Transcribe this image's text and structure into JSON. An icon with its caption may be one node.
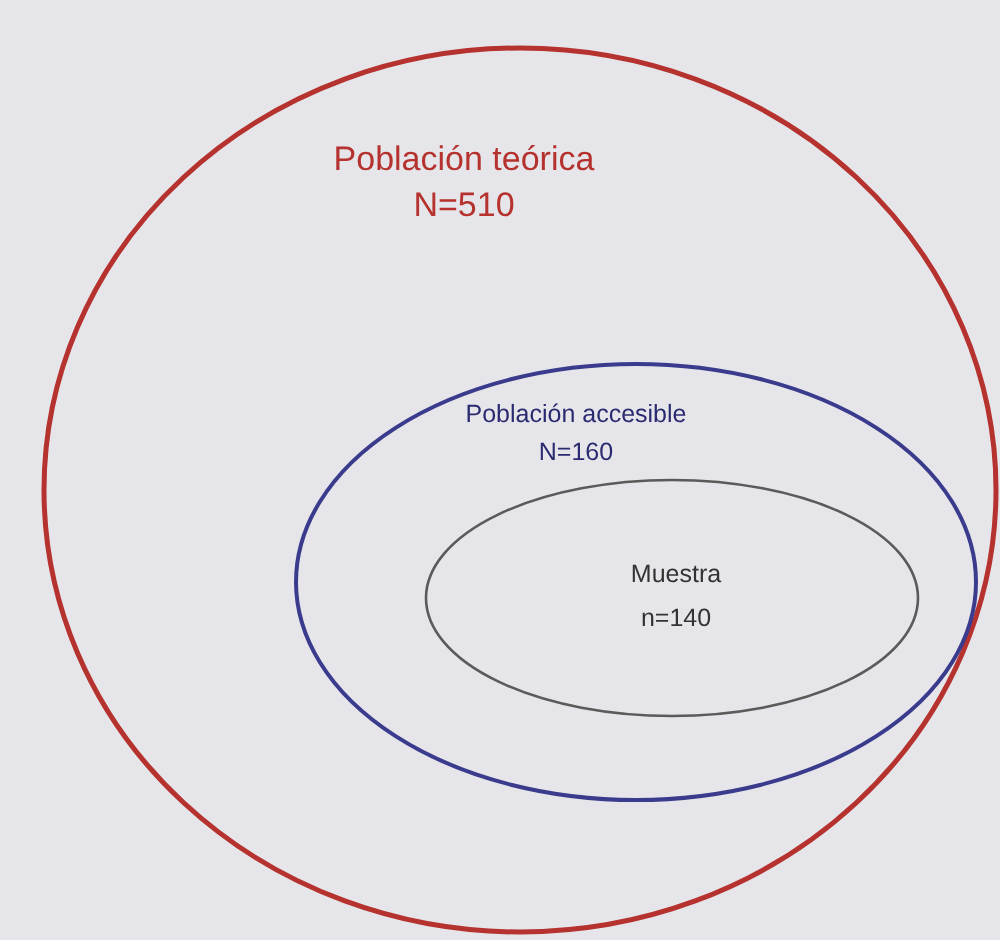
{
  "diagram": {
    "nodes": [
      {
        "text": [
          "Población teórica",
          "N=510"
        ]
      },
      {
        "text": [
          "Población accesible",
          "N=160"
        ],
        "in": 0
      },
      {
        "text": [
          "Muestra",
          "n=140"
        ],
        "in": 1
      }
    ]
  }
}
